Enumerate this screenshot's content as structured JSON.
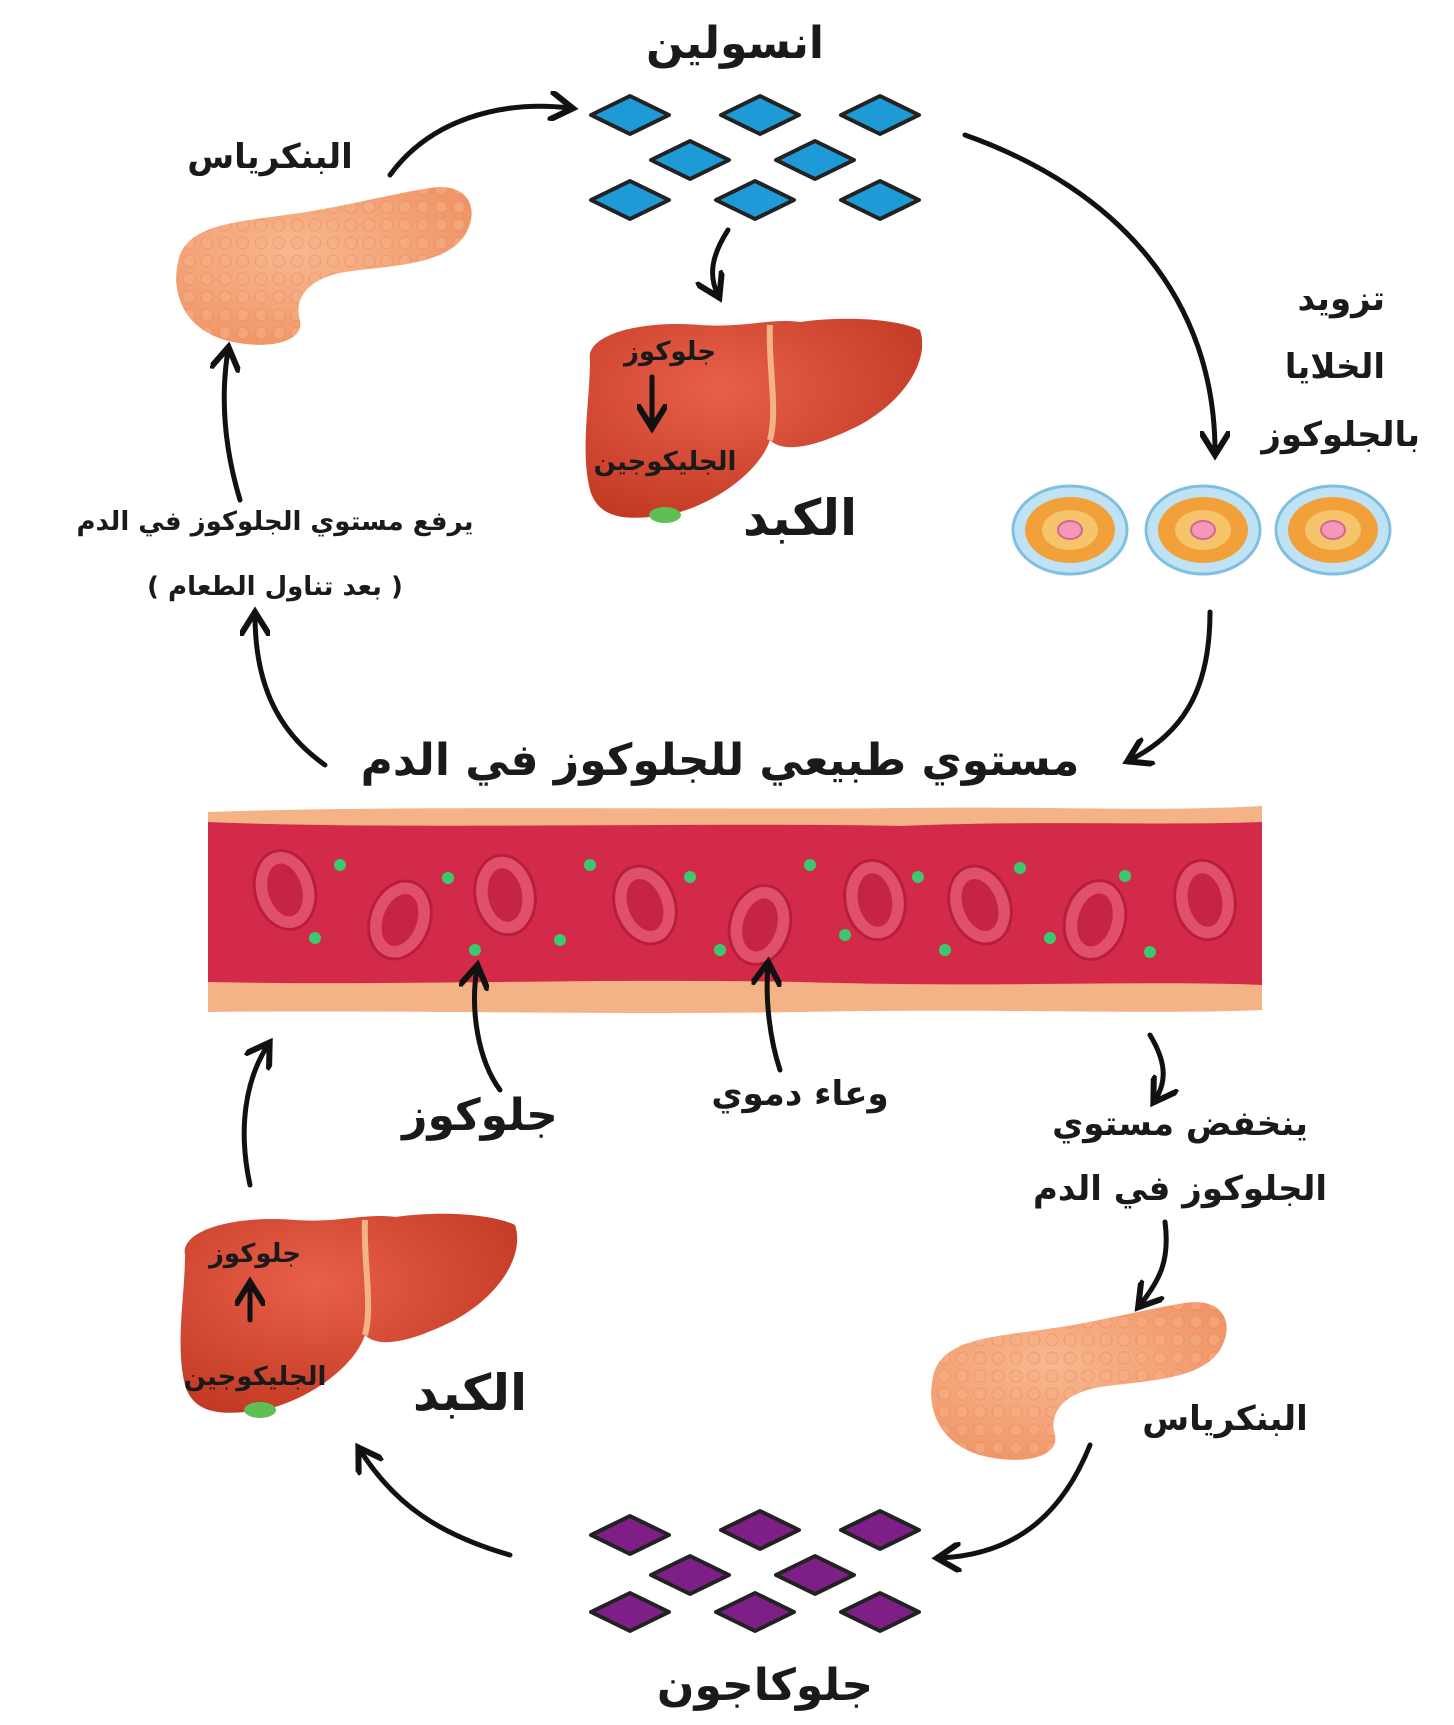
{
  "labels": {
    "insulin": "انسولين",
    "pancreas_top": "البنكرياس",
    "supply_line1": "تزويد",
    "supply_line2": "الخلايا",
    "supply_line3": "بالجلوكوز",
    "liver_top": "الكبد",
    "liver_top_glucose": "جلوكوز",
    "liver_top_glycogen": "الجليكوجين",
    "raises_line1": "يرفع مستوي الجلوكوز في الدم",
    "raises_line2": "( بعد تناول الطعام )",
    "normal_level": "مستوي طبيعي للجلوكوز في الدم",
    "glucose_pointer": "جلوكوز",
    "vessel_pointer": "وعاء دموي",
    "drops_line1": "ينخفض مستوي",
    "drops_line2": "الجلوكوز في الدم",
    "pancreas_bottom": "البنكرياس",
    "liver_bottom": "الكبد",
    "liver_bottom_glucose": "جلوكوز",
    "liver_bottom_glycogen": "الجليكوجين",
    "glucagon": "جلوكاجون"
  },
  "colors": {
    "insulin": "#1e9ad6",
    "glucagon": "#7d1f86",
    "blood": "#d42a4a",
    "vessel_wall": "#f4b387",
    "liver": "#d9452c",
    "pancreas": "#f4a27a",
    "glucose_dot": "#3cc86e",
    "cell_membrane": "#9fd2ec",
    "cell_cytoplasm": "#f2a13a",
    "cell_nucleus": "#f497b8"
  },
  "icons": [
    "insulin-molecule-icon",
    "glucagon-molecule-icon",
    "liver-icon",
    "pancreas-icon",
    "body-cell-icon",
    "red-blood-cell-icon",
    "glucose-dot-icon"
  ]
}
